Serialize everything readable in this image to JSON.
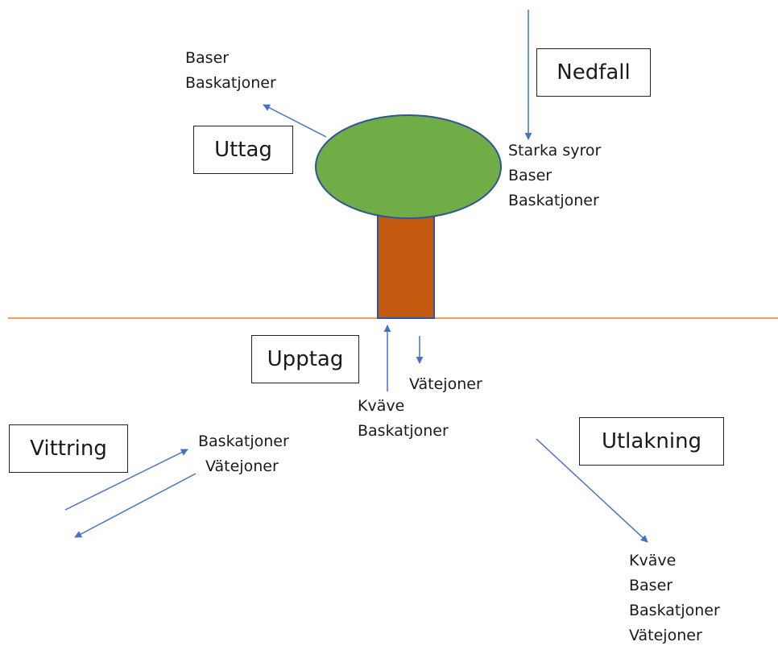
{
  "colors": {
    "arrow": "#4472c4",
    "ground": "#ed7d31",
    "crown": "#70ad47",
    "crown_outline": "#2f5597",
    "trunk": "#c55a11",
    "trunk_outline": "#2f5597"
  },
  "boxes": {
    "nedfall": "Nedfall",
    "uttag": "Uttag",
    "upptag": "Upptag",
    "vittring": "Vittring",
    "utlakning": "Utlakning"
  },
  "labels": {
    "uttag_list": [
      "Baser",
      "Baskatjoner"
    ],
    "nedfall_list": [
      "Starka syror",
      "Baser",
      "Baskatjoner"
    ],
    "upptag_down": "Vätejoner",
    "upptag_up": [
      "Kväve",
      "Baskatjoner"
    ],
    "vittring_list": [
      "Baskatjoner",
      "Vätejoner"
    ],
    "utlakning_list": [
      "Kväve",
      "Baser",
      "Baskatjoner",
      "Vätejoner"
    ]
  }
}
